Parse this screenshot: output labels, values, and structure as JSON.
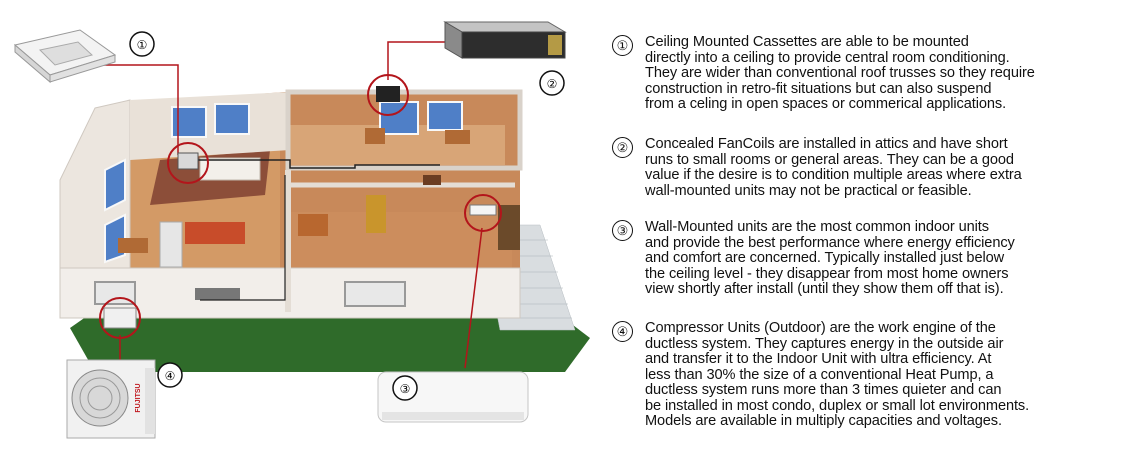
{
  "callouts": [
    {
      "num": "①",
      "lines": [
        "Ceiling Mounted Cassettes are able to be mounted",
        "directly into a ceiling to provide central room conditioning.",
        "They are wider than conventional roof trusses so they require",
        "construction in retro-fit situations but can also suspend",
        "from a celing in open spaces or commerical applications."
      ]
    },
    {
      "num": "②",
      "lines": [
        "Concealed FanCoils are installed in attics and have short",
        "runs to small rooms or general areas.  They can be a good",
        "value if the desire is to condition multiple areas where extra",
        "wall-mounted units may not be practical or feasible."
      ]
    },
    {
      "num": "③",
      "lines": [
        "Wall-Mounted units are the most common indoor units",
        "and provide the best performance where energy efficiency",
        "and comfort are concerned.  Typically installed just below",
        "the ceiling level - they disappear from most home owners",
        "view shortly after install (until they show them off that is)."
      ]
    },
    {
      "num": "④",
      "lines": [
        "Compressor Units (Outdoor) are the work engine of the",
        "ductless system.  They captures energy in the outside air",
        "and transfer it to the Indoor Unit with ultra efficiency.  At",
        "less than 30% the size of a conventional Heat Pump, a",
        "ductless system runs more than 3 times quieter and can",
        "be installed in most condo, duplex or small lot environments.",
        "Models are available in multiply capacities and voltages."
      ]
    }
  ],
  "diagram_labels": {
    "n1": "①",
    "n2": "②",
    "n3": "③",
    "n4": "④"
  },
  "outdoor_unit_brand": "FUJITSU",
  "colors": {
    "leader": "#b3151b",
    "floor": "#c8895a",
    "wall": "#f2eeea",
    "lawn": "#2f6b2a"
  }
}
